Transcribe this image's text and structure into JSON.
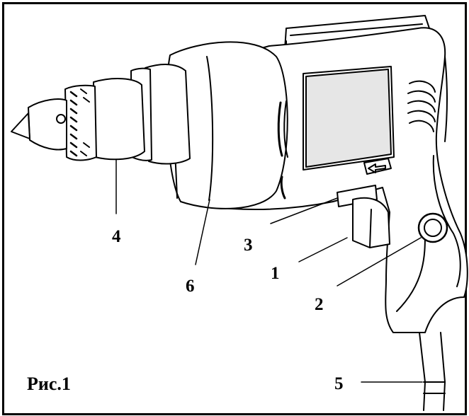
{
  "figure": {
    "caption": "Рис.1"
  },
  "callouts": [
    {
      "id": "1",
      "label": "1"
    },
    {
      "id": "2",
      "label": "2"
    },
    {
      "id": "3",
      "label": "3"
    },
    {
      "id": "4",
      "label": "4"
    },
    {
      "id": "5",
      "label": "5"
    },
    {
      "id": "6",
      "label": "6"
    }
  ],
  "colors": {
    "ink": "#000000",
    "paper": "#ffffff",
    "window": "#e6e6e6"
  }
}
